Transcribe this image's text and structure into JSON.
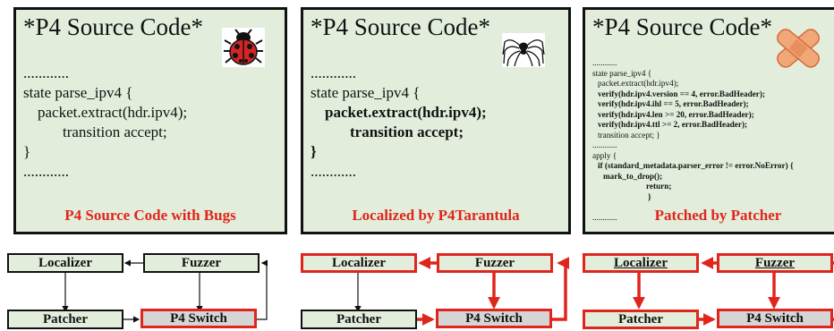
{
  "panels": [
    {
      "title": "*P4 Source Code*",
      "caption": "P4 Source Code with Bugs",
      "icon": "ladybug-icon",
      "code": [
        "............",
        "state parse_ipv4 {",
        "packet.extract(hdr.ipv4);",
        "transition accept;",
        "}",
        "............"
      ]
    },
    {
      "title": "*P4 Source Code*",
      "caption": "Localized by P4Tarantula",
      "icon": "spider-icon",
      "code": [
        "............",
        "state parse_ipv4 {",
        "packet.extract(hdr.ipv4);",
        "transition accept;",
        "}",
        "............"
      ]
    },
    {
      "title": "*P4 Source Code*",
      "caption": "Patched by Patcher",
      "icon": "bandage-icon",
      "code": [
        "............",
        "state parse_ipv4 {",
        "packet.extract(hdr.ipv4);",
        "verify(hdr.ipv4.version == 4, error.BadHeader);",
        "verify(hdr.ipv4.ihl == 5, error.BadHeader);",
        "verify(hdr.ipv4.len >= 20, error.BadHeader);",
        "verify(hdr.ipv4.ttl >= 2, error.BadHeader);",
        "transition accept; }",
        "............",
        "apply {",
        "if (standard_metadata.parser_error != error.NoError) {",
        "mark_to_drop();",
        "return;",
        "}",
        "............"
      ]
    }
  ],
  "flows": [
    {
      "localizer": "Localizer",
      "fuzzer": "Fuzzer",
      "patcher": "Patcher",
      "switch": "P4 Switch"
    },
    {
      "localizer": "Localizer",
      "fuzzer": "Fuzzer",
      "patcher": "Patcher",
      "switch": "P4 Switch"
    },
    {
      "localizer": "Localizer",
      "fuzzer": "Fuzzer",
      "patcher": "Patcher",
      "switch": "P4 Switch"
    }
  ],
  "colors": {
    "panel_bg": "#e2eedb",
    "highlight_red": "#e0261c",
    "switch_gray": "#d5d5d5"
  }
}
